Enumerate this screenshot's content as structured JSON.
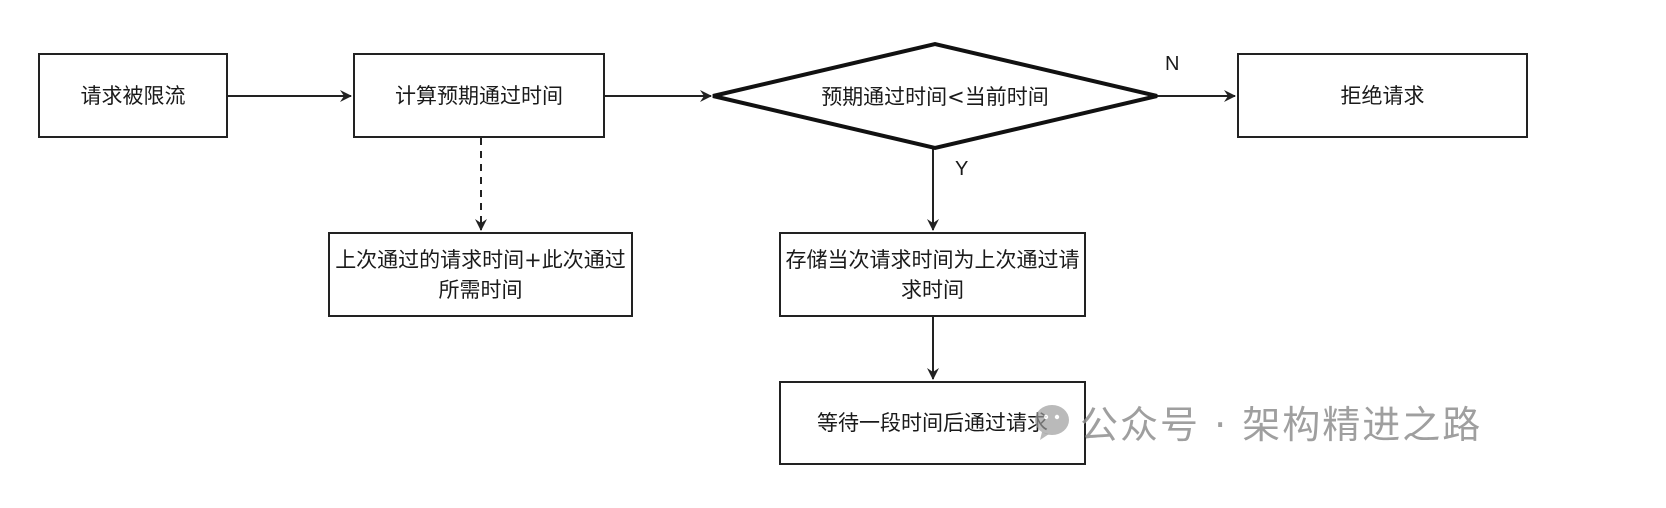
{
  "nodes": {
    "request_limited": "请求被限流",
    "calc_expected": "计算预期通过时间",
    "decision": "预期通过时间<当前时间",
    "reject": "拒绝请求",
    "formula": "上次通过的请求时间+此次通过所需时间",
    "store_time": "存储当次请求时间为上次通过请求时间",
    "wait_pass": "等待一段时间后通过请求"
  },
  "edges": {
    "no_label": "N",
    "yes_label": "Y"
  },
  "watermark": {
    "text": "公众号 · 架构精进之路",
    "icon": "wechat-icon"
  },
  "colors": {
    "stroke": "#222222",
    "watermark": "#8f8f8f"
  }
}
